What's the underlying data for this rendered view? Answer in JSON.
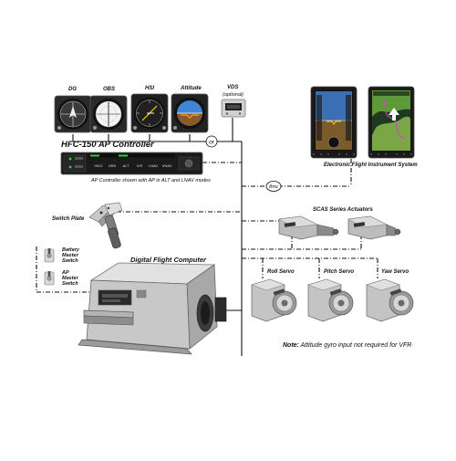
{
  "instruments": {
    "dg": "DG",
    "obs": "OBS",
    "hsi": "HSI",
    "attitude": "Attitude",
    "vds": "VDS",
    "vds_note": "(optional)"
  },
  "junctions": {
    "or": "or",
    "thru": "thru"
  },
  "controller": {
    "title": "HFC-150 AP Controller",
    "caption": "AP Controller shown with AP in ALT and LNAV modes",
    "buttons": [
      "HDG",
      "OBS",
      "ALT",
      "V/S",
      "LNAV",
      "VNAV"
    ]
  },
  "efis": {
    "label": "Electronic Flight Instrument System"
  },
  "switch_plate": {
    "label": "Switch Plate"
  },
  "switches": {
    "battery_master": [
      "Battery",
      "Master",
      "Switch"
    ],
    "ap_master": [
      "AP",
      "Master",
      "Switch"
    ]
  },
  "computer": {
    "label": "Digital Flight Computer"
  },
  "scas": {
    "label": "SCAS Series Actuators"
  },
  "servos": {
    "roll": "Roll Servo",
    "pitch": "Pitch Servo",
    "yaw": "Yaw Servo"
  },
  "note": {
    "prefix": "Note:",
    "text": " Attitude gyro input not required for VFR"
  },
  "colors": {
    "wire": "#111111",
    "metal_light": "#d9d9d9",
    "metal_mid": "#b3b3b3",
    "metal_dark": "#7a7a7a",
    "panel_black": "#1a1a1a",
    "screen_blue": "#3a6fb3",
    "screen_green": "#5e9a3a"
  }
}
